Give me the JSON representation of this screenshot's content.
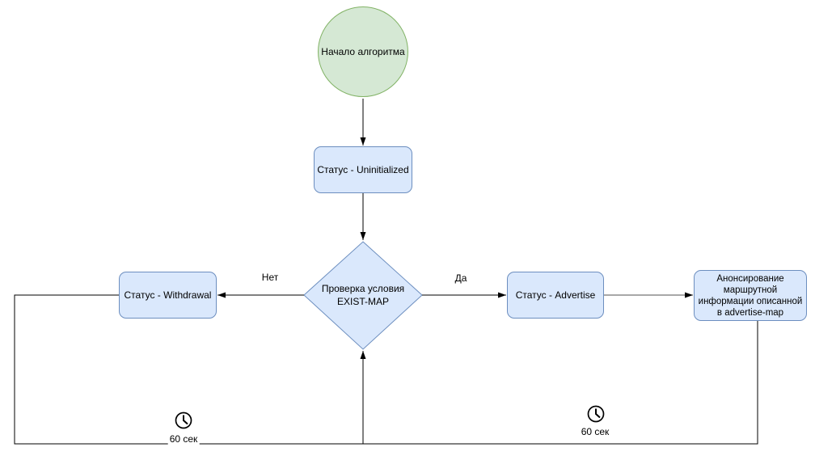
{
  "canvas": {
    "background": "#ffffff"
  },
  "flowchart": {
    "start": {
      "label": "Начало алгоритма",
      "fill": "#d5e8d4",
      "border": "#82b366"
    },
    "status_uninitialized": {
      "label": "Статус - Uninitialized",
      "fill": "#dae8fc",
      "border": "#6c8ebf"
    },
    "decision": {
      "lines": [
        "Проверка условия",
        "EXIST-MAP"
      ],
      "fill": "#dae8fc",
      "border": "#6c8ebf"
    },
    "status_withdrawal": {
      "label": "Статус - Withdrawal",
      "fill": "#dae8fc",
      "border": "#6c8ebf"
    },
    "status_advertise": {
      "label": "Статус - Advertise",
      "fill": "#dae8fc",
      "border": "#6c8ebf"
    },
    "advertise_map": {
      "lines": [
        "Анонсирование",
        "маршрутной",
        "информации описанной",
        "в advertise-map"
      ],
      "fill": "#dae8fc",
      "border": "#6c8ebf"
    },
    "edges": {
      "no_label": "Нет",
      "yes_label": "Да",
      "line_color": "#000000",
      "gray_line_color": "#757575"
    },
    "timers": {
      "left": {
        "label": "60 сек",
        "icon": "clock-icon"
      },
      "right": {
        "label": "60 сек",
        "icon": "clock-icon"
      }
    }
  }
}
